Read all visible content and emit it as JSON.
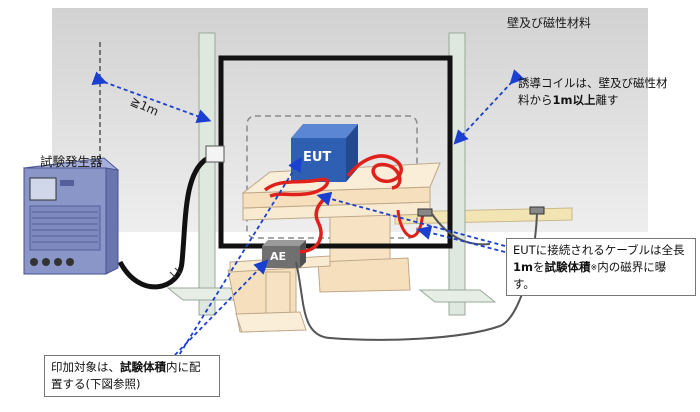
{
  "labels": {
    "wall_material": "壁及び磁性材料",
    "generator": "試験発生器",
    "distance": "≧1m",
    "eut": "EUT",
    "ae": "AE"
  },
  "callouts": {
    "coil_distance": {
      "line1": "誘導コイルは、壁及び磁性材",
      "line2_pre": "料から",
      "line2_bold": "1m以上",
      "line2_post": "離す"
    },
    "cable": {
      "line1": "EUTに接続されるケーブルは全長",
      "line2_bold_a": "1m",
      "line2_mid": "を",
      "line2_bold_b": "試験体積",
      "line2_sup": "※",
      "line2_post": "内の磁界に曝",
      "line3": "す。"
    },
    "apply_target": {
      "line1_pre": "印加対象は、",
      "line1_bold": "試験体積",
      "line1_post": "内に配",
      "line2": "置する(下図参照)"
    }
  },
  "colors": {
    "wall": "#dcdcdc",
    "coil_frame": "#111111",
    "eut_blue": "#2f5fb3",
    "ae_gray": "#707070",
    "table_wood": "#f7e3c4",
    "generator_blue": "#8a95c8",
    "cable_red": "#e0201b",
    "arrow_blue": "#1b3fd0",
    "pole_green": "#d4e2d4"
  }
}
